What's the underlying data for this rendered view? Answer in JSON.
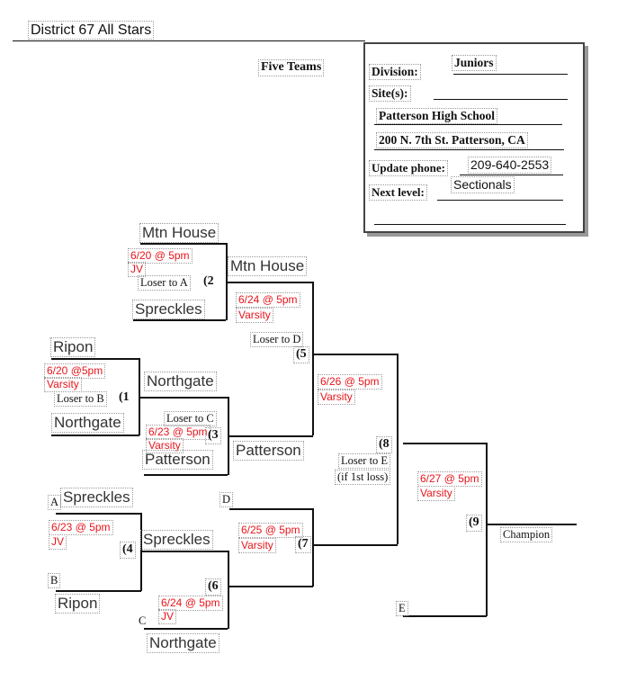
{
  "header": {
    "title": "District 67 All Stars",
    "format": "Five Teams"
  },
  "info": {
    "division_label": "Division:",
    "division_value": "Juniors",
    "sites_label": "Site(s):",
    "site_name": "Patterson High School",
    "site_address": "200 N. 7th St. Patterson, CA",
    "phone_label": "Update phone:",
    "phone_value": "209-640-2553",
    "next_label": "Next level:",
    "next_value": "Sectionals"
  },
  "bracket": {
    "teams": {
      "mtn_house_1": "Mtn House",
      "spreckles_1": "Spreckles",
      "mtn_house_2": "Mtn House",
      "ripon_1": "Ripon",
      "northgate_1": "Northgate",
      "northgate_2": "Northgate",
      "patterson_1": "Patterson",
      "patterson_2": "Patterson",
      "spreckles_2": "Spreckles",
      "spreckles_3": "Spreckles",
      "ripon_2": "Ripon",
      "northgate_3": "Northgate",
      "champion": "Champion"
    },
    "games": {
      "g2": {
        "date": "6/20 @ 5pm",
        "level": "JV",
        "num": "(2",
        "loser": "Loser to A"
      },
      "g1": {
        "date": "6/20 @5pm",
        "level": "Varsity",
        "num": "(1",
        "loser": "Loser to B"
      },
      "g3": {
        "date": "6/23 @ 5pm",
        "level": "Varsity",
        "num": "(3",
        "loser": "Loser to C"
      },
      "g5": {
        "date": "6/24 @ 5pm",
        "level": "Varsity",
        "num": "(5",
        "loser": "Loser to D"
      },
      "g8": {
        "date": "6/26 @ 5pm",
        "level": "Varsity",
        "num": "(8",
        "loser": "Loser to E",
        "note": "(if 1st loss)"
      },
      "g4": {
        "date": "6/23 @ 5pm",
        "level": "JV",
        "num": "(4"
      },
      "g6": {
        "date": "6/24 @ 5pm",
        "level": "JV",
        "num": "(6"
      },
      "g7": {
        "date": "6/25 @ 5pm",
        "level": "Varsity",
        "num": "(7"
      },
      "g9": {
        "date": "6/27 @ 5pm",
        "level": "Varsity",
        "num": "(9"
      }
    },
    "markers": {
      "a": "A",
      "b": "B",
      "c": "C",
      "d": "D",
      "e": "E"
    }
  }
}
